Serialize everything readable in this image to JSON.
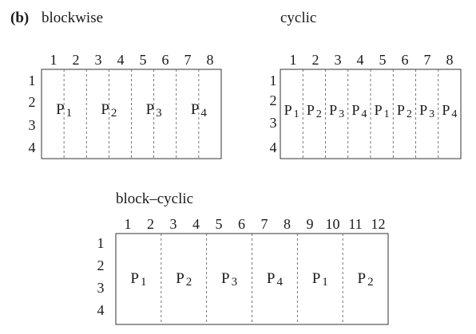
{
  "figure": {
    "label": "(b)",
    "blockwise": {
      "title": "blockwise",
      "cols": [
        "1",
        "2",
        "3",
        "4",
        "5",
        "6",
        "7",
        "8"
      ],
      "rows": [
        "1",
        "2",
        "3",
        "4"
      ],
      "procs": [
        {
          "p": "P",
          "sub": "1"
        },
        {
          "p": "P",
          "sub": "2"
        },
        {
          "p": "P",
          "sub": "3"
        },
        {
          "p": "P",
          "sub": "4"
        }
      ]
    },
    "cyclic": {
      "title": "cyclic",
      "cols": [
        "1",
        "2",
        "3",
        "4",
        "5",
        "6",
        "7",
        "8"
      ],
      "rows": [
        "1",
        "2",
        "3",
        "4"
      ],
      "procs": [
        {
          "p": "P",
          "sub": "1"
        },
        {
          "p": "P",
          "sub": "2"
        },
        {
          "p": "P",
          "sub": "3"
        },
        {
          "p": "P",
          "sub": "4"
        },
        {
          "p": "P",
          "sub": "1"
        },
        {
          "p": "P",
          "sub": "2"
        },
        {
          "p": "P",
          "sub": "3"
        },
        {
          "p": "P",
          "sub": "4"
        }
      ]
    },
    "block_cyclic": {
      "title": "block–cyclic",
      "cols": [
        "1",
        "2",
        "3",
        "4",
        "5",
        "6",
        "7",
        "8",
        "9",
        "10",
        "11",
        "12"
      ],
      "rows": [
        "1",
        "2",
        "3",
        "4"
      ],
      "procs": [
        {
          "p": "P",
          "sub": "1"
        },
        {
          "p": "P",
          "sub": "2"
        },
        {
          "p": "P",
          "sub": "3"
        },
        {
          "p": "P",
          "sub": "4"
        },
        {
          "p": "P",
          "sub": "1"
        },
        {
          "p": "P",
          "sub": "2"
        }
      ]
    }
  }
}
